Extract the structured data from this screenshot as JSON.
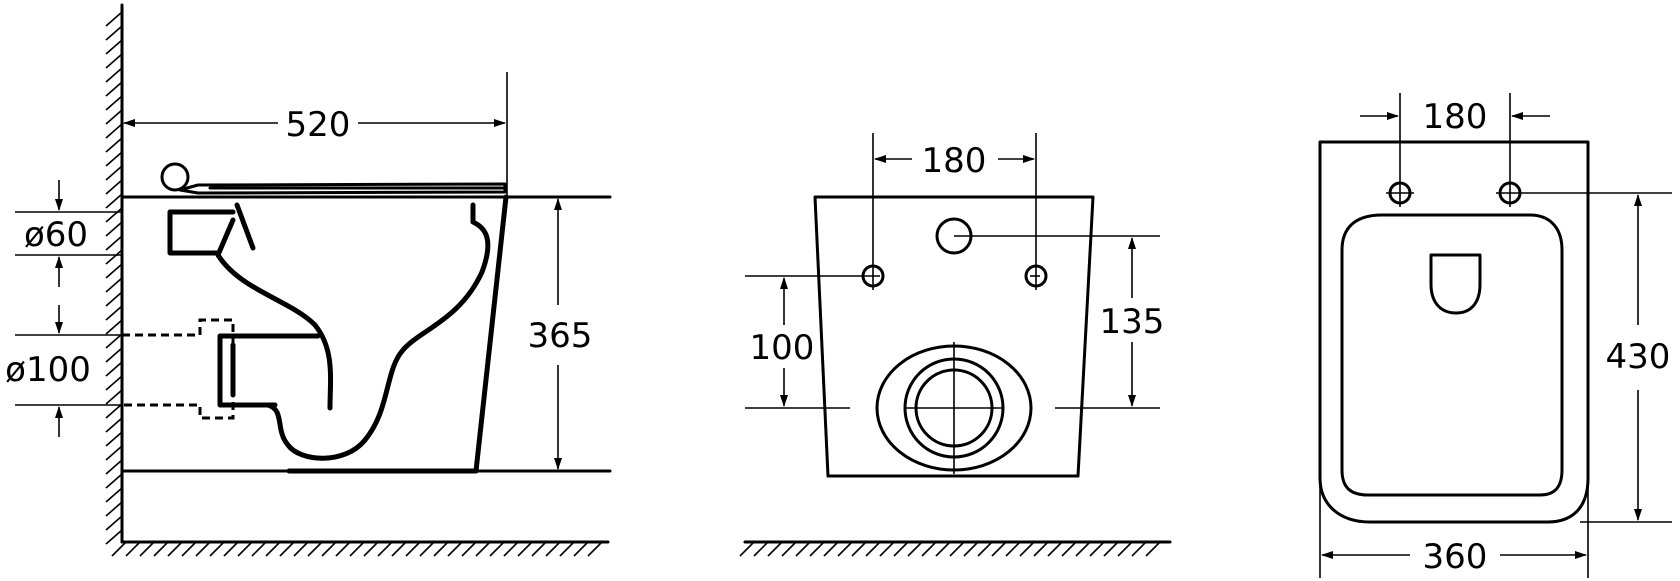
{
  "side_view": {
    "width_label": "520",
    "height_label": "365",
    "inlet_label": "ø60",
    "outlet_label": "ø100"
  },
  "rear_view": {
    "hole_spacing_label": "180",
    "left_height_label": "100",
    "right_height_label": "135"
  },
  "top_view": {
    "hole_spacing_label": "180",
    "length_label": "430",
    "width_label": "360"
  }
}
